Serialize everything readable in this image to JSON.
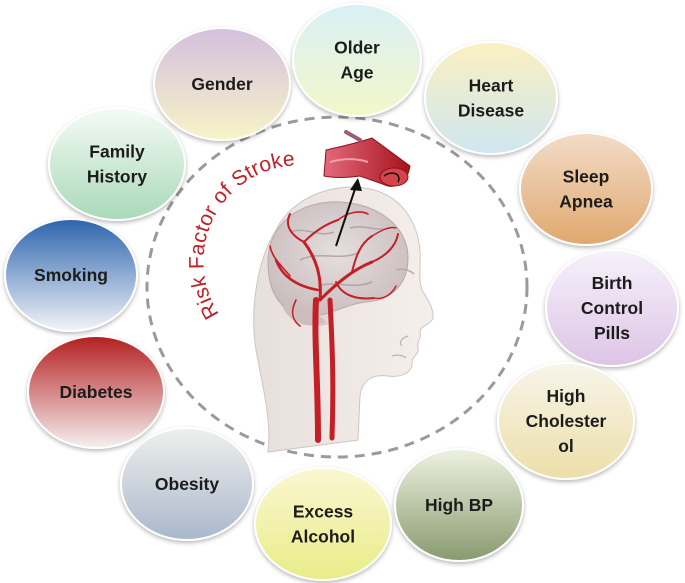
{
  "diagram": {
    "title": "Risk Factor of Stroke",
    "factors": [
      {
        "id": "older-age",
        "lines": [
          "Older",
          "Age"
        ],
        "gradient": [
          "#d9f0f6",
          "#f3f7c9"
        ]
      },
      {
        "id": "heart-disease",
        "lines": [
          "Heart",
          "Disease"
        ],
        "gradient": [
          "#fbf0c2",
          "#cfe6f0"
        ]
      },
      {
        "id": "sleep-apnea",
        "lines": [
          "Sleep",
          "Apnea"
        ],
        "gradient": [
          "#f2dcc8",
          "#e0a86e"
        ]
      },
      {
        "id": "birth-control-pills",
        "lines": [
          "Birth",
          "Control",
          "Pills"
        ],
        "gradient": [
          "#f6f2fa",
          "#ddc4e6"
        ]
      },
      {
        "id": "high-cholesterol",
        "lines": [
          "High",
          "Cholester",
          "ol"
        ],
        "gradient": [
          "#f8f5ea",
          "#ecdfa8"
        ]
      },
      {
        "id": "high-bp",
        "lines": [
          "High BP"
        ],
        "gradient": [
          "#eef2e2",
          "#889a6e"
        ]
      },
      {
        "id": "excess-alcohol",
        "lines": [
          "Excess",
          "Alcohol"
        ],
        "gradient": [
          "#fbf7d2",
          "#e9ec88"
        ]
      },
      {
        "id": "obesity",
        "lines": [
          "Obesity"
        ],
        "gradient": [
          "#eef0ec",
          "#aab7cc"
        ]
      },
      {
        "id": "diabetes",
        "lines": [
          "Diabetes"
        ],
        "gradient": [
          "#b41f1f",
          "#f6f0f0"
        ]
      },
      {
        "id": "smoking",
        "lines": [
          "Smoking"
        ],
        "gradient": [
          "#2d64ad",
          "#f2f4f8"
        ]
      },
      {
        "id": "family-history",
        "lines": [
          "Family",
          "History"
        ],
        "gradient": [
          "#f5fbf6",
          "#a9d9b8"
        ]
      },
      {
        "id": "gender",
        "lines": [
          "Gender"
        ],
        "gradient": [
          "#d4c0de",
          "#f8f4c8"
        ]
      }
    ]
  },
  "colors": {
    "dashed_ring": "#9a9a9a",
    "artery": "#c31f27",
    "skin": "#f1ebe7",
    "brain": "#d8cfcf",
    "title": "#c0202a"
  }
}
